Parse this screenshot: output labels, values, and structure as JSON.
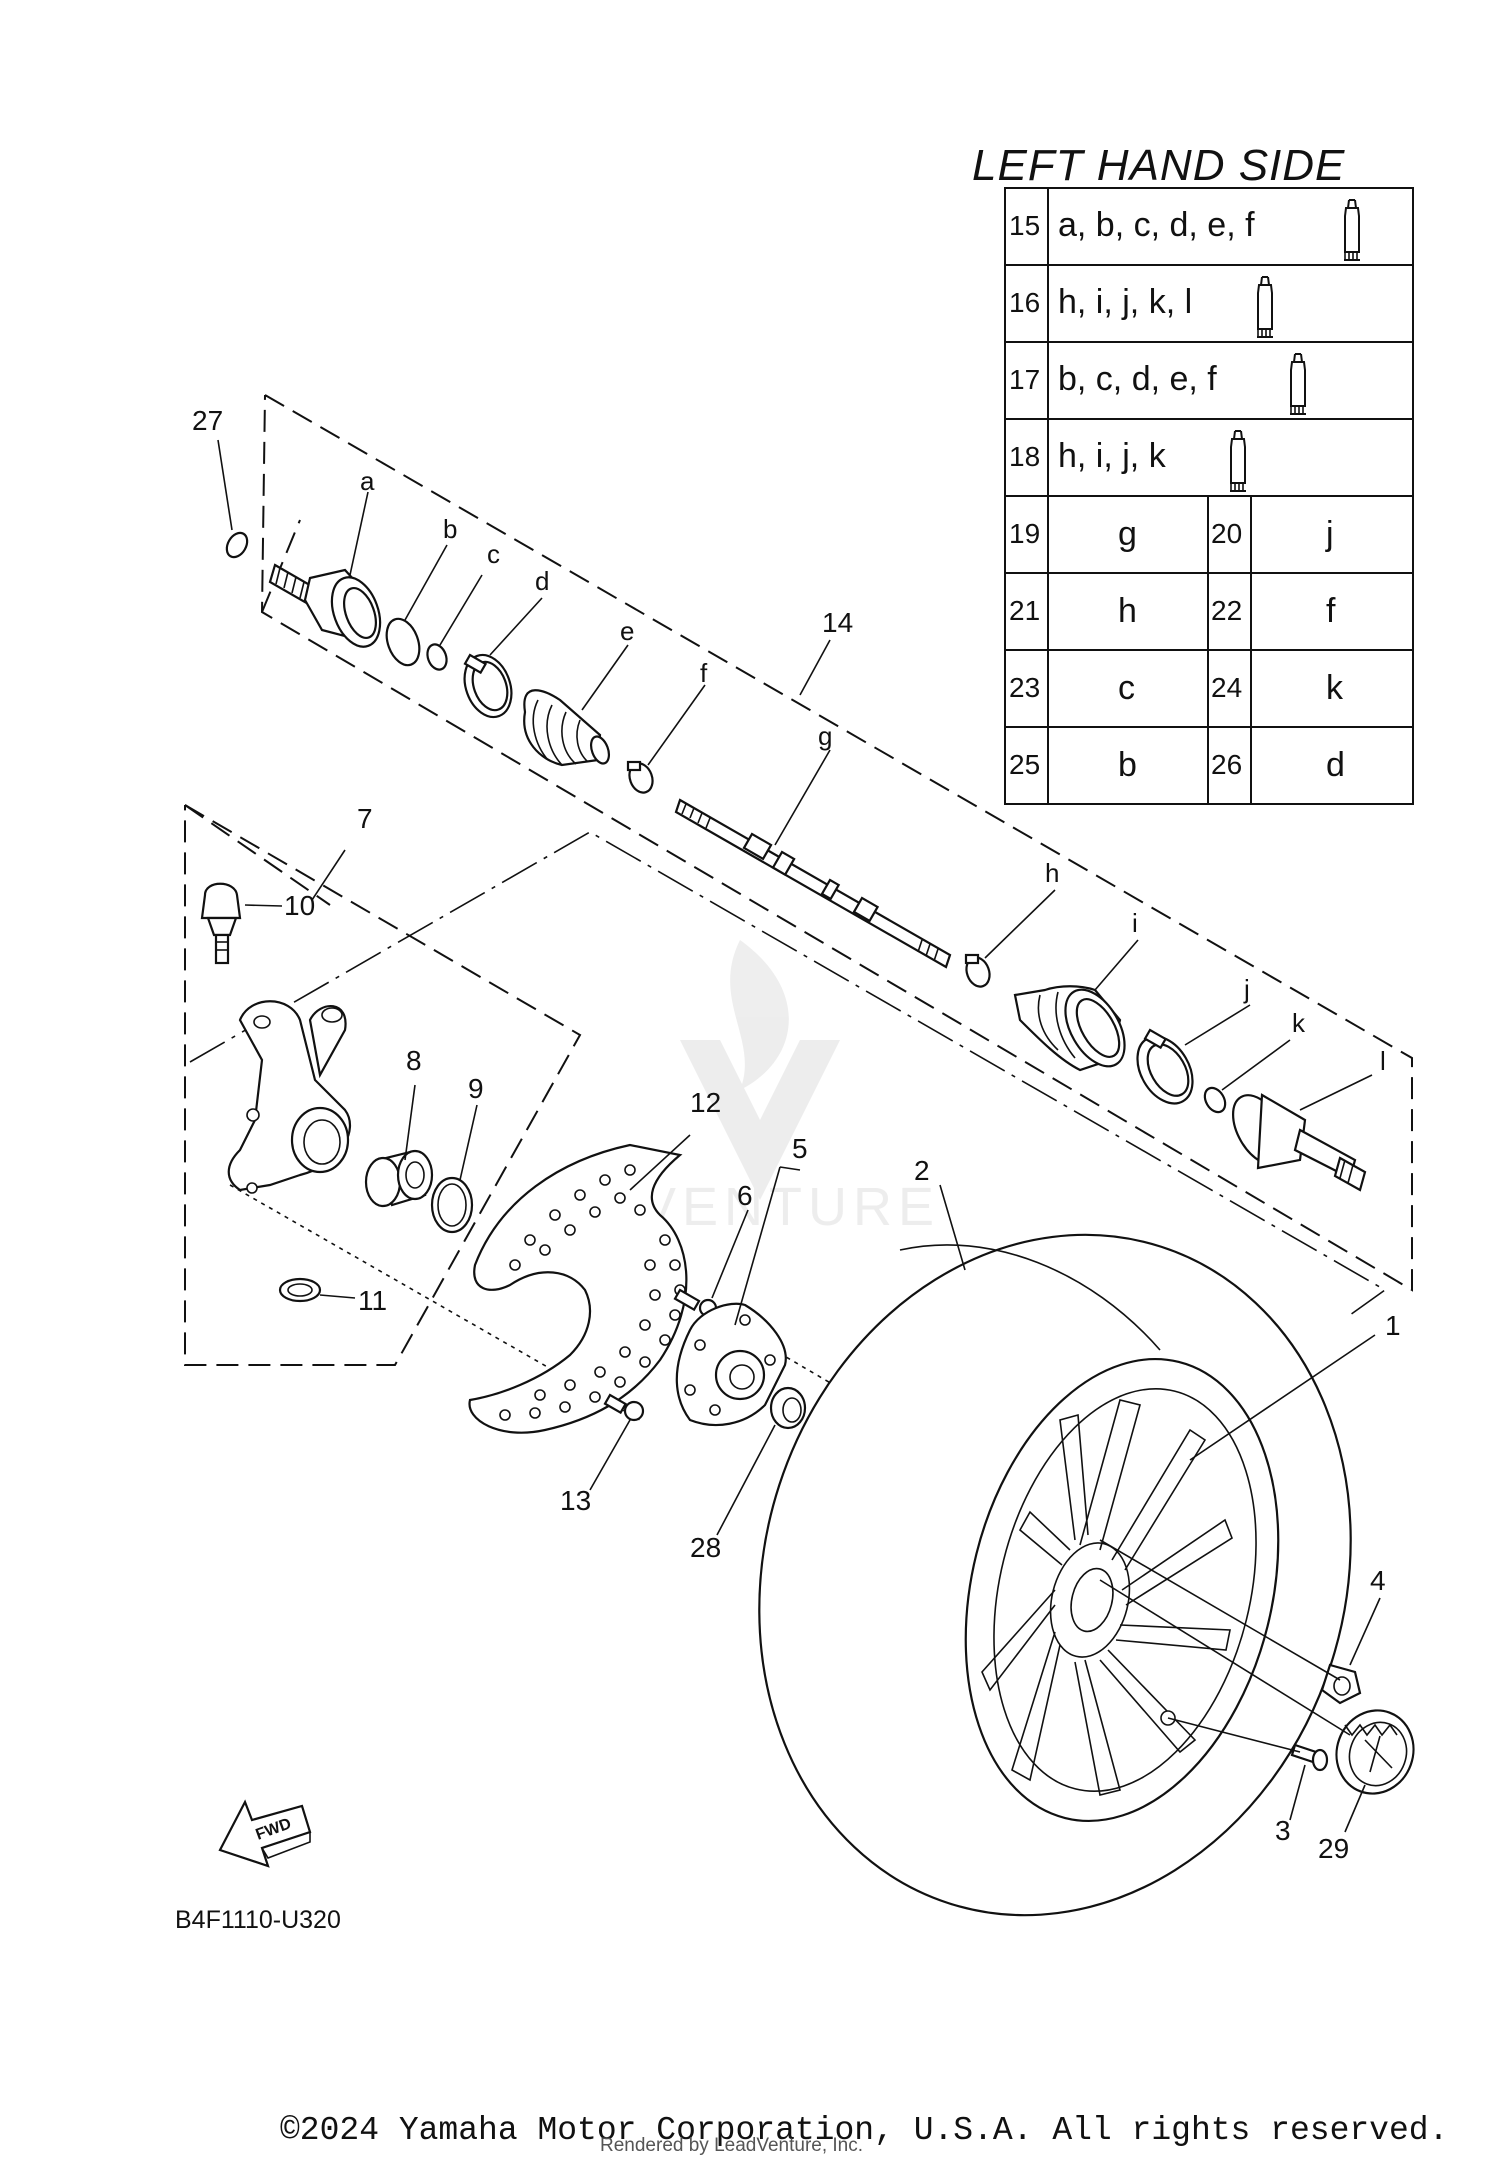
{
  "table": {
    "title": "LEFT HAND SIDE",
    "wide_rows": [
      {
        "num": "15",
        "parts": "a, b, c, d, e, f"
      },
      {
        "num": "16",
        "parts": "h, i, j, k, l"
      },
      {
        "num": "17",
        "parts": "b, c, d, e, f"
      },
      {
        "num": "18",
        "parts": "h, i, j, k"
      }
    ],
    "pair_rows": [
      {
        "num1": "19",
        "val1": "g",
        "num2": "20",
        "val2": "j"
      },
      {
        "num1": "21",
        "val1": "h",
        "num2": "22",
        "val2": "f"
      },
      {
        "num1": "23",
        "val1": "c",
        "num2": "24",
        "val2": "k"
      },
      {
        "num1": "25",
        "val1": "b",
        "num2": "26",
        "val2": "d"
      }
    ]
  },
  "callouts": {
    "n1": "1",
    "n2": "2",
    "n3": "3",
    "n4": "4",
    "n5": "5",
    "n6": "6",
    "n7": "7",
    "n8": "8",
    "n9": "9",
    "n10": "10",
    "n11": "11",
    "n12": "12",
    "n13": "13",
    "n14": "14",
    "n27": "27",
    "n28": "28",
    "n29": "29",
    "a": "a",
    "b": "b",
    "c": "c",
    "d": "d",
    "e": "e",
    "f": "f",
    "g": "g",
    "h": "h",
    "i": "i",
    "j": "j",
    "k": "k",
    "l": "l"
  },
  "fwd_label": "FWD",
  "diagram_code": "B4F1110-U320",
  "copyright": "©2024 Yamaha Motor Corporation, U.S.A. All rights reserved.",
  "rendered_by": "Rendered by LeadVenture, Inc.",
  "icons": {
    "grease": "grease-tube-icon",
    "fwd": "fwd-arrow-icon"
  }
}
